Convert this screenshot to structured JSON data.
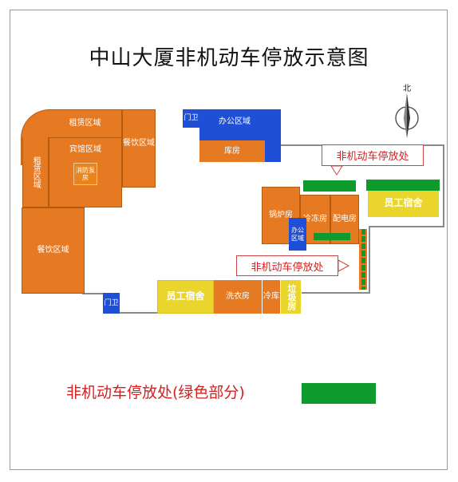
{
  "title": "中山大厦非机动车停放示意图",
  "compass": {
    "label": "北",
    "icon": "north-arrow-icon"
  },
  "rooms": {
    "rental_top": "租赁区域",
    "rental_left": "租赁区域",
    "hotel": "宾馆区域",
    "fire_room": "消防泵房",
    "dining_top": "餐饮区域",
    "dining_left": "餐饮区域",
    "gate_top": "门卫",
    "office_top": "办公区域",
    "warehouse": "库房",
    "boiler": "锅炉房",
    "cold_room": "冷冻房",
    "power_room": "配电房",
    "office_small": "办公区域",
    "dorm_right": "员工宿舍",
    "gate_bottom": "门卫",
    "dorm_bottom": "员工宿舍",
    "laundry": "洗衣房",
    "cold_store": "冷库",
    "garbage": "垃圾房"
  },
  "callouts": {
    "top": "非机动车停放处",
    "middle": "非机动车停放处"
  },
  "legend": {
    "label": "非机动车停放处(绿色部分)",
    "color": "#0f9a2e"
  },
  "colors": {
    "orange": "#e57a22",
    "blue": "#1e4fd6",
    "yellow": "#e9d52b",
    "green": "#0f9a2e",
    "title_red": "#d61f1f"
  }
}
